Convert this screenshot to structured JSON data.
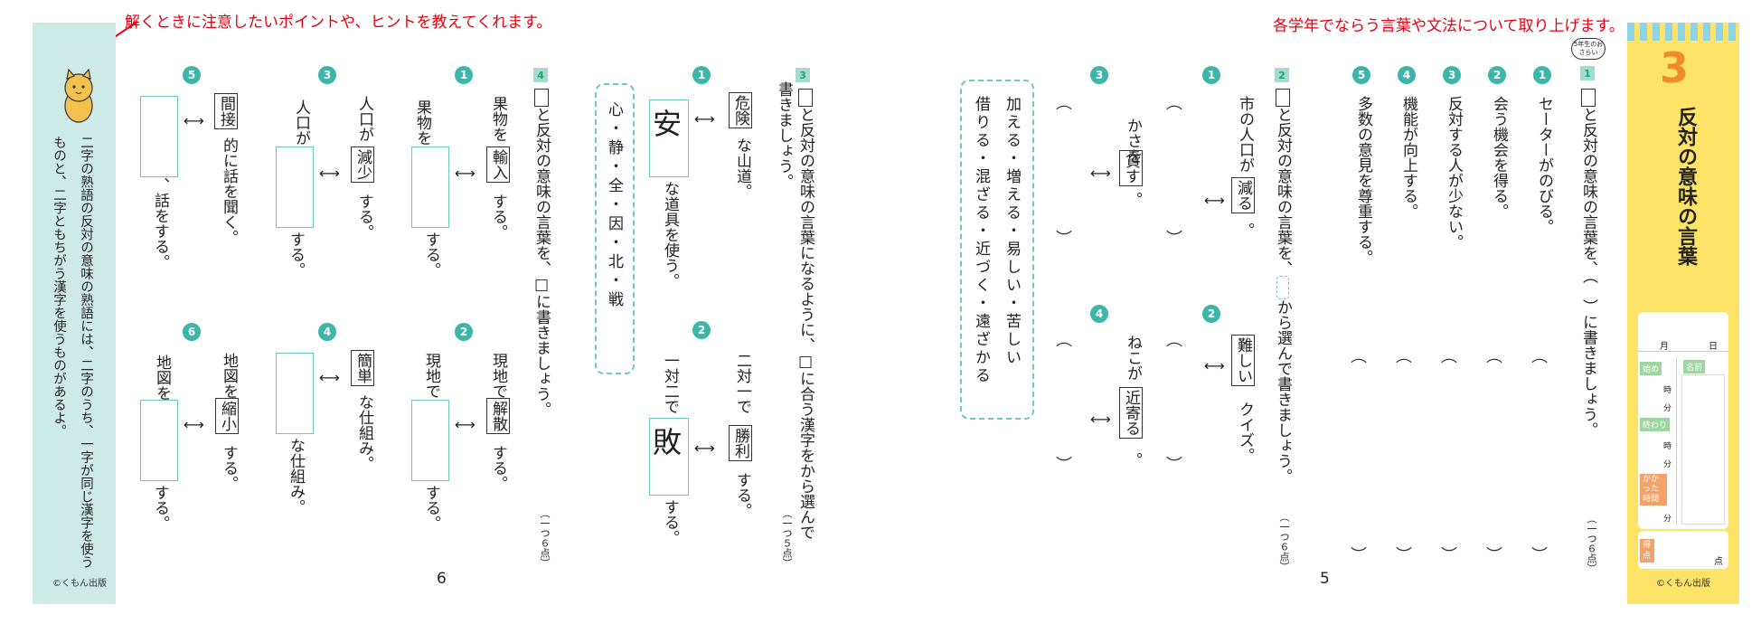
{
  "annotations": {
    "left": "解くときに注意したいポイントや、ヒントを教えてくれます。",
    "right": "各学年でならう言葉や文法について取り上げます。"
  },
  "tip": {
    "text_col1": "二字の熟語の反対の意味の熟語には、二字のうち、一字が同じ漢字を使う",
    "text_col2": "ものと、二字ともちがう漢字を使うものがあるよ。",
    "copyright": "©くもん出版"
  },
  "page6": {
    "page_number": "6",
    "q4": {
      "badge": "4",
      "instruction": "と反対の意味の言葉を、□に書きましょう。",
      "points": "（一つ６点）",
      "items": [
        {
          "n": "1",
          "a": "果物を",
          "b": "輸入",
          "c": "する。",
          "d": "果物を",
          "e": "する。"
        },
        {
          "n": "2",
          "a": "現地で",
          "b": "解散",
          "c": "する。",
          "d": "現地で",
          "e": "する。"
        },
        {
          "n": "3",
          "a": "人口が",
          "b": "減少",
          "c": "する。",
          "d": "人口が",
          "e": "する。"
        },
        {
          "n": "4",
          "a": "",
          "b": "簡単",
          "c": "な仕組み。",
          "d": "",
          "e": "な仕組み。"
        },
        {
          "n": "5",
          "a": "",
          "b": "間接",
          "c": "的に話を聞く。",
          "d": "",
          "e": "、話をする。"
        },
        {
          "n": "6",
          "a": "地図を",
          "b": "縮小",
          "c": "する。",
          "d": "地図を",
          "e": "する。"
        }
      ]
    },
    "q3": {
      "badge": "3",
      "instruction1": "と反対の意味の言葉になるように、□に合う漢字を",
      "instruction1b": "から選んで",
      "instruction2": "書きましょう。",
      "points": "（一つ５点）",
      "items": [
        {
          "n": "1",
          "a": "危険",
          "b": "な山道。",
          "c": "安",
          "d": "な道具を使う。"
        },
        {
          "n": "2",
          "a": "二対一で",
          "b": "勝利",
          "c": "する。",
          "d": "一対二で",
          "e": "敗",
          "f": "する。"
        }
      ],
      "choices": "心・静・全・因・北・戦"
    }
  },
  "page5": {
    "page_number": "5",
    "q2": {
      "badge": "2",
      "instruction": "と反対の意味の言葉を、",
      "instruction_b": "から選んで書きましょう。",
      "points": "（一つ６点）",
      "items": [
        {
          "n": "1",
          "a": "市の人口が",
          "b": "減る",
          "c": "。"
        },
        {
          "n": "2",
          "a": "",
          "b": "難しい",
          "c": "クイズ。"
        },
        {
          "n": "3",
          "a": "かさを",
          "b": "貸す",
          "c": "。"
        },
        {
          "n": "4",
          "a": "ねこが",
          "b": "近寄る",
          "c": "。"
        }
      ],
      "choices_col1": "加える・増える・易しい・苦しい",
      "choices_col2": "借りる・混ざる・近づく・遠ざかる"
    },
    "q1": {
      "badge": "1",
      "review_tag": "5年生のおさらい",
      "instruction": "と反対の意味の言葉を、（　）に書きましょう。",
      "points": "（一つ６点）",
      "items": [
        {
          "n": "1",
          "text": "セーターがのびる。"
        },
        {
          "n": "2",
          "text": "会う機会を得る。"
        },
        {
          "n": "3",
          "text": "反対する人が少ない。"
        },
        {
          "n": "4",
          "text": "機能が向上する。"
        },
        {
          "n": "5",
          "text": "多数の意見を尊重する。"
        }
      ]
    }
  },
  "cover": {
    "unit_number": "3",
    "title": "反対の意味の言葉",
    "month": "月",
    "day": "日",
    "start_label": "始め",
    "end_label": "終わり",
    "elapsed_label": "かかった時間",
    "hour": "時",
    "minute": "分",
    "name_label": "名前",
    "score_label": "得点",
    "score_unit": "点",
    "copyright": "©くもん出版"
  }
}
